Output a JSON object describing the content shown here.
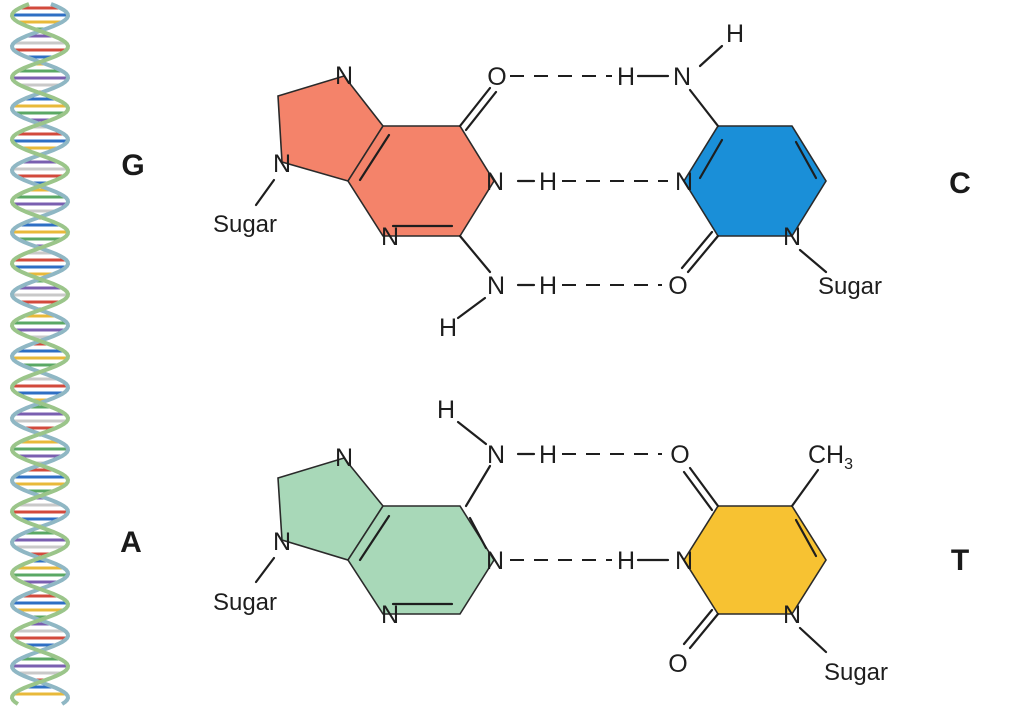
{
  "colors": {
    "guanine": "#f4836a",
    "cytosine": "#1a8fd8",
    "adenine": "#a8d8b8",
    "thymine": "#f7c232",
    "helix_strand_a": "#8fb7c4",
    "helix_strand_b": "#9bc58a"
  },
  "icons": {
    "helix": "dna-double-helix-icon"
  },
  "pairs": {
    "gc": {
      "left_letter": "G",
      "right_letter": "C",
      "guanine": {
        "n7": "N",
        "n9": "N",
        "n1": "N",
        "n3": "N",
        "o6": "O",
        "h1": "H",
        "n2": "N",
        "h2a": "H",
        "h2b": "H",
        "sugar": "Sugar"
      },
      "cytosine": {
        "n4": "N",
        "h4a": "H",
        "h4b": "H",
        "n3": "N",
        "n1": "N",
        "o2": "O",
        "sugar": "Sugar"
      }
    },
    "at": {
      "left_letter": "A",
      "right_letter": "T",
      "adenine": {
        "n7": "N",
        "n9": "N",
        "n1": "N",
        "n3": "N",
        "n6": "N",
        "h6a": "H",
        "h6b": "H",
        "sugar": "Sugar"
      },
      "thymine": {
        "o4": "O",
        "n3": "N",
        "h3": "H",
        "n1": "N",
        "o2": "O",
        "methyl": "CH",
        "methyl_sub": "3",
        "sugar": "Sugar"
      }
    }
  }
}
